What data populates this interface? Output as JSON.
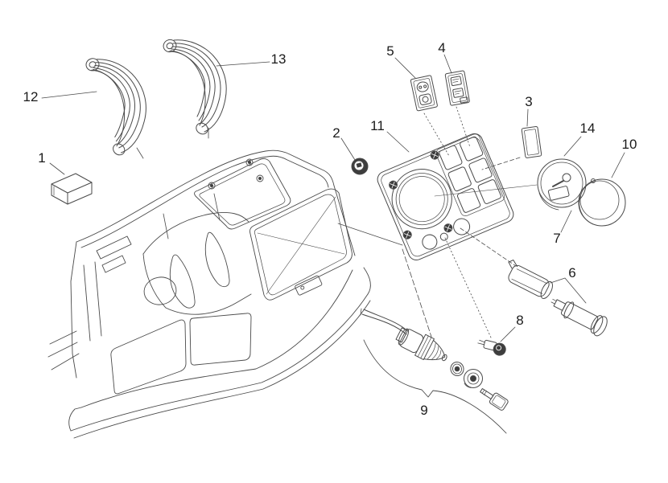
{
  "diagram": {
    "background": "#ffffff",
    "line_color": "#4a4a4a",
    "label_color": "#1b1b1b",
    "dark_fill": "#3d3d3d"
  },
  "parts": {
    "p1": {
      "label": "1"
    },
    "p2": {
      "label": "2"
    },
    "p3": {
      "label": "3"
    },
    "p4": {
      "label": "4"
    },
    "p5": {
      "label": "5"
    },
    "p6": {
      "label": "6"
    },
    "p7": {
      "label": "7"
    },
    "p8": {
      "label": "8"
    },
    "p9": {
      "label": "9"
    },
    "p10": {
      "label": "10"
    },
    "p11": {
      "label": "11"
    },
    "p12": {
      "label": "12"
    },
    "p13": {
      "label": "13"
    },
    "p14": {
      "label": "14"
    }
  }
}
